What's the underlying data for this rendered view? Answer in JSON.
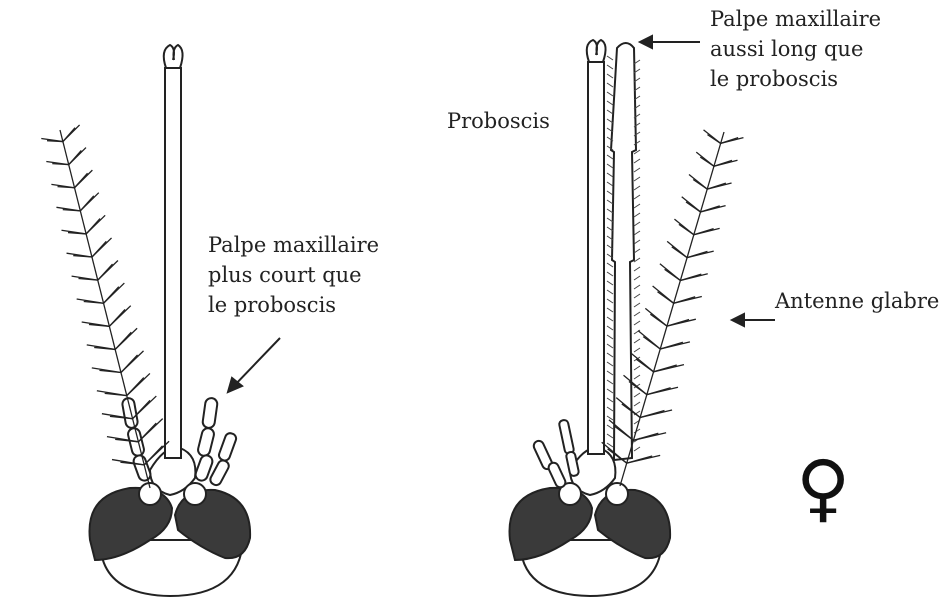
{
  "labels": {
    "left_palp": [
      "Palpe maxillaire",
      "plus court que",
      "le proboscis"
    ],
    "right_palp": [
      "Palpe maxillaire",
      "aussi long que",
      "le proboscis"
    ],
    "proboscis": "Proboscis",
    "antenna": "Antenne glabre",
    "female_symbol": "♀"
  },
  "colors": {
    "ink": "#222222",
    "eye_fill": "#3a3a3a",
    "background": "#ffffff"
  }
}
